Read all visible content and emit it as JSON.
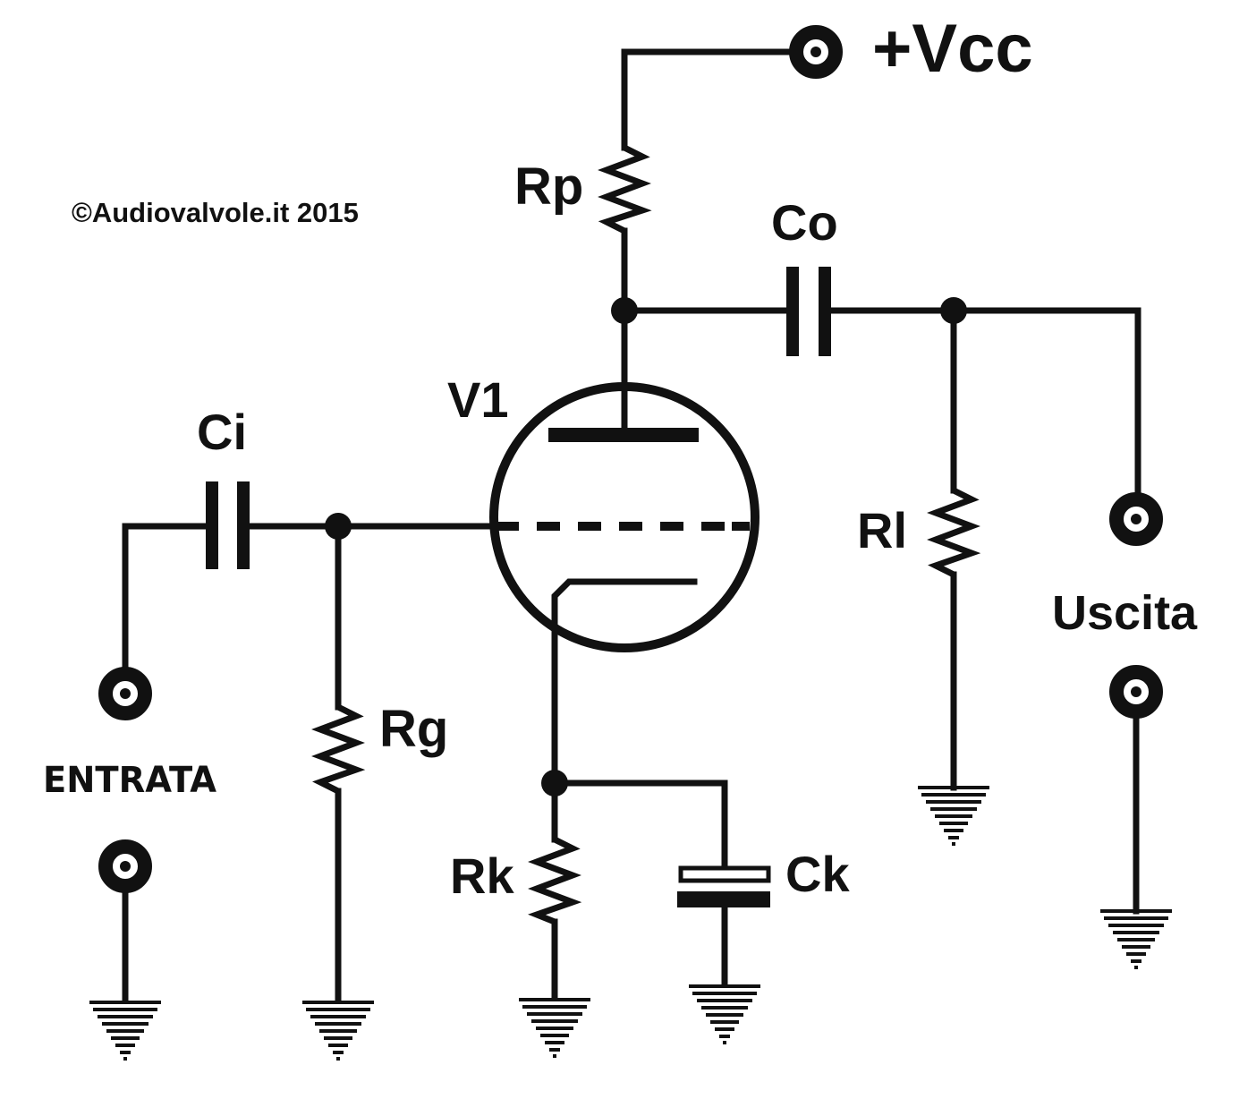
{
  "labels": {
    "vcc": "+Vcc",
    "rp": "Rp",
    "co": "Co",
    "v1": "V1",
    "ci": "Ci",
    "rl": "Rl",
    "uscita": "Uscita",
    "rg": "Rg",
    "entrata": "ENTRATA",
    "rk": "Rk",
    "ck": "Ck",
    "copyright": "©Audiovalvole.it 2015"
  },
  "colors": {
    "ink": "#111111",
    "background": "#ffffff"
  }
}
